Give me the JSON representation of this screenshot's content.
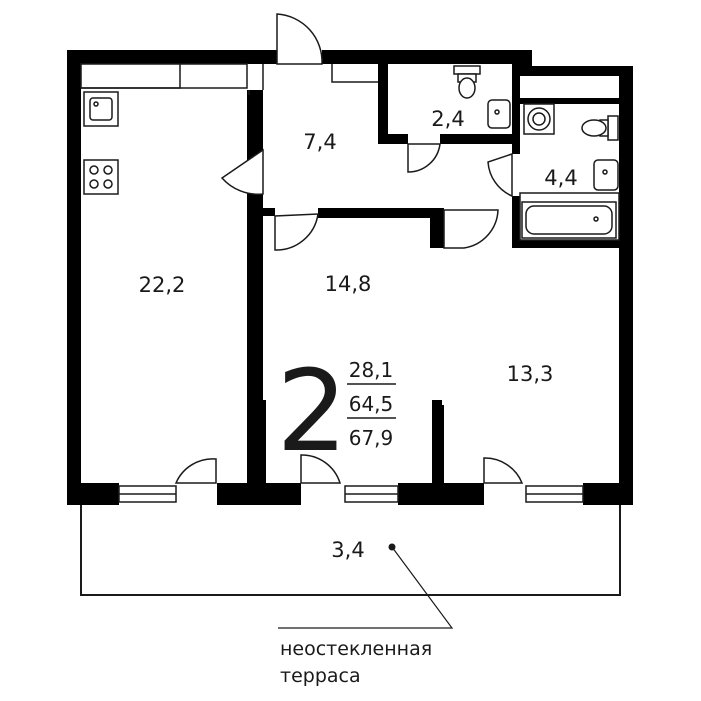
{
  "plan": {
    "rooms_count": "2",
    "totals": [
      "28,1",
      "64,5",
      "67,9"
    ],
    "rooms": {
      "kitchen": "22,2",
      "hall": "7,4",
      "wc": "2,4",
      "bathroom": "4,4",
      "bedroom_center": "14,8",
      "bedroom_right": "13,3",
      "terrace": "3,4"
    },
    "terrace_note": [
      "неостекленная",
      "терраса"
    ],
    "colors": {
      "wall": "#000000",
      "line": "#1a1a1a",
      "background": "#ffffff"
    }
  }
}
